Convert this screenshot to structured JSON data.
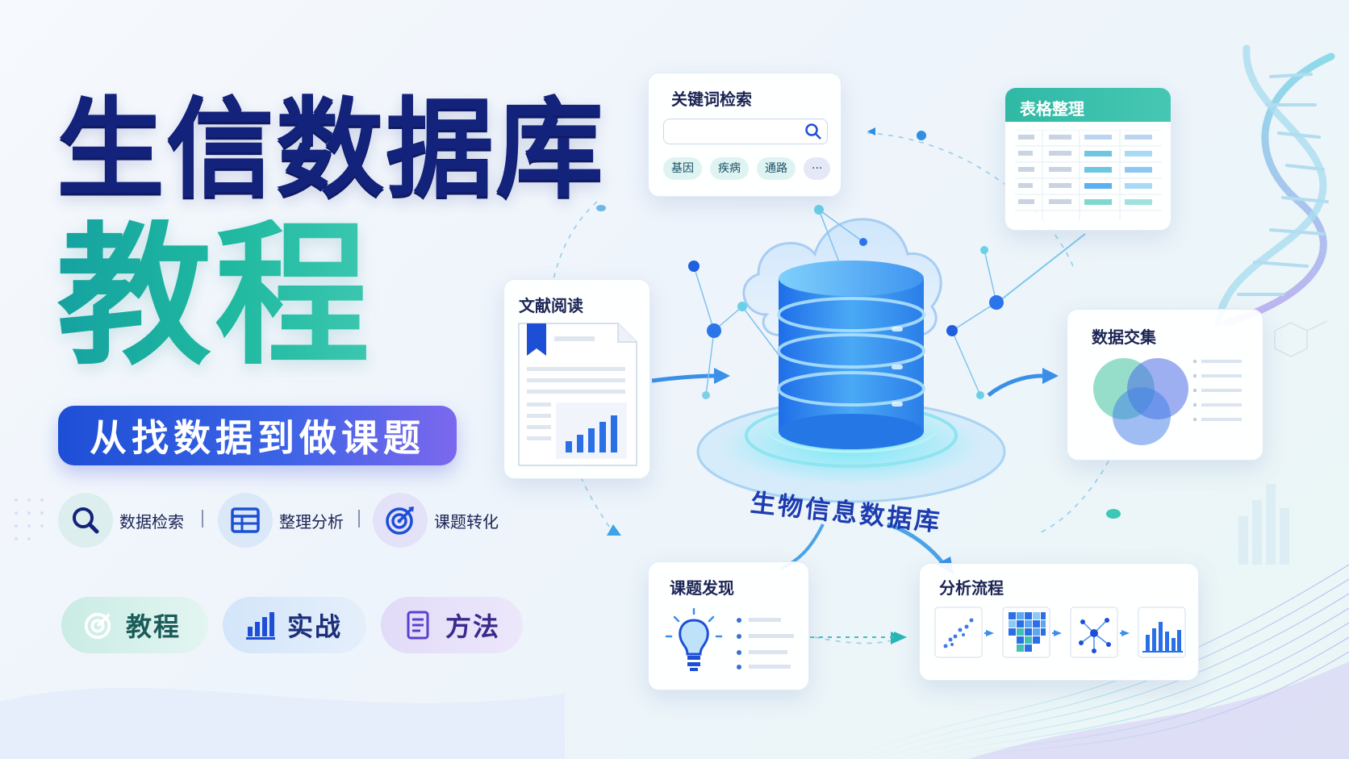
{
  "hero": {
    "title_line1": "生信数据库",
    "title_line2": "教程",
    "subtitle": "从找数据到做课题"
  },
  "features": [
    {
      "icon": "magnifier-icon",
      "label": "数据检索"
    },
    {
      "icon": "table-icon",
      "label": "整理分析"
    },
    {
      "icon": "target-icon",
      "label": "课题转化"
    }
  ],
  "pills": [
    {
      "icon": "target-icon",
      "label": "教程",
      "color": "#1e9a86"
    },
    {
      "icon": "bar-chart-icon",
      "label": "实战",
      "color": "#1d4fd6"
    },
    {
      "icon": "document-icon",
      "label": "方法",
      "color": "#5b3fd1"
    }
  ],
  "cards": {
    "keyword_search": {
      "title": "关键词检索",
      "chips": [
        "基因",
        "疾病",
        "通路",
        "···"
      ]
    },
    "table_organize": {
      "title": "表格整理"
    },
    "literature": {
      "title": "文献阅读"
    },
    "data_intersection": {
      "title": "数据交集"
    },
    "topic_discovery": {
      "title": "课题发现"
    },
    "analysis_pipeline": {
      "title": "分析流程"
    }
  },
  "center": {
    "label": "生物信息数据库"
  },
  "colors": {
    "navy": "#13227a",
    "teal": "#1fb9a0",
    "blue": "#1d4fd6",
    "purple": "#7b68ee"
  }
}
